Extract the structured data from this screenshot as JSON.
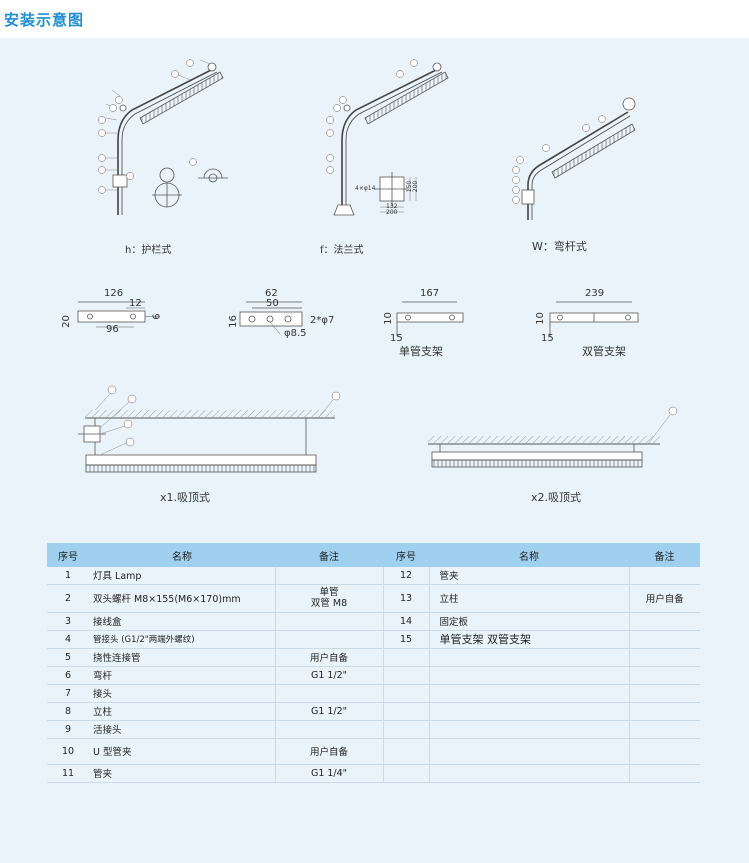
{
  "page_title": "安装示意图",
  "captions": {
    "h": "h：护栏式",
    "f": "f：法兰式",
    "w": "W：弯杆式",
    "single": "单管支架",
    "double": "双管支架",
    "x1": "x1.吸顶式",
    "x2": "x2.吸顶式"
  },
  "dims": {
    "a_126": "126",
    "a_12": "12",
    "a_20": "20",
    "a_9": "9",
    "a_96": "96",
    "b_62": "62",
    "b_50": "50",
    "b_16": "16",
    "b_hole": "2*φ7",
    "b_85": "φ8.5",
    "c_167": "167",
    "c_10": "10",
    "c_15": "15",
    "d_239": "239",
    "d_10": "10",
    "d_15": "15",
    "f_200a": "200",
    "f_200b": "200",
    "f_150": "150",
    "f_132": "132",
    "f_holes": "4×φ14"
  },
  "table": {
    "headers": [
      "序号",
      "名称",
      "备注",
      "序号",
      "名称",
      "备注"
    ],
    "rows": [
      {
        "no1": "1",
        "name1": "灯具 Lamp",
        "note1": "",
        "no2": "12",
        "name2": "管夹",
        "note2": ""
      },
      {
        "no1": "2",
        "name1": "双头螺杆 M8×155(M6×170)mm",
        "note1": "单管\n双管 M8",
        "no2": "13",
        "name2": "立柱",
        "note2": "用户自备"
      },
      {
        "no1": "3",
        "name1": "接线盒",
        "note1": "",
        "no2": "14",
        "name2": "固定板",
        "note2": ""
      },
      {
        "no1": "4",
        "name1": "管接头 (G1/2\"两端外螺纹)",
        "note1": "",
        "no2": "15",
        "name2": "单管支架  双管支架",
        "note2": ""
      },
      {
        "no1": "5",
        "name1": "挠性连接管",
        "note1": "用户自备",
        "no2": "",
        "name2": "",
        "note2": ""
      },
      {
        "no1": "6",
        "name1": "弯杆",
        "note1": "G1 1/2\"",
        "no2": "",
        "name2": "",
        "note2": ""
      },
      {
        "no1": "7",
        "name1": "接头",
        "note1": "",
        "no2": "",
        "name2": "",
        "note2": ""
      },
      {
        "no1": "8",
        "name1": "立柱",
        "note1": "G1 1/2\"",
        "no2": "",
        "name2": "",
        "note2": ""
      },
      {
        "no1": "9",
        "name1": "活接头",
        "note1": "",
        "no2": "",
        "name2": "",
        "note2": ""
      },
      {
        "no1": "10",
        "name1": "U 型管夹",
        "note1": "用户自备",
        "no2": "",
        "name2": "",
        "note2": ""
      },
      {
        "no1": "11",
        "name1": "管夹",
        "note1": "G1 1/4\"",
        "no2": "",
        "name2": "",
        "note2": ""
      }
    ]
  }
}
